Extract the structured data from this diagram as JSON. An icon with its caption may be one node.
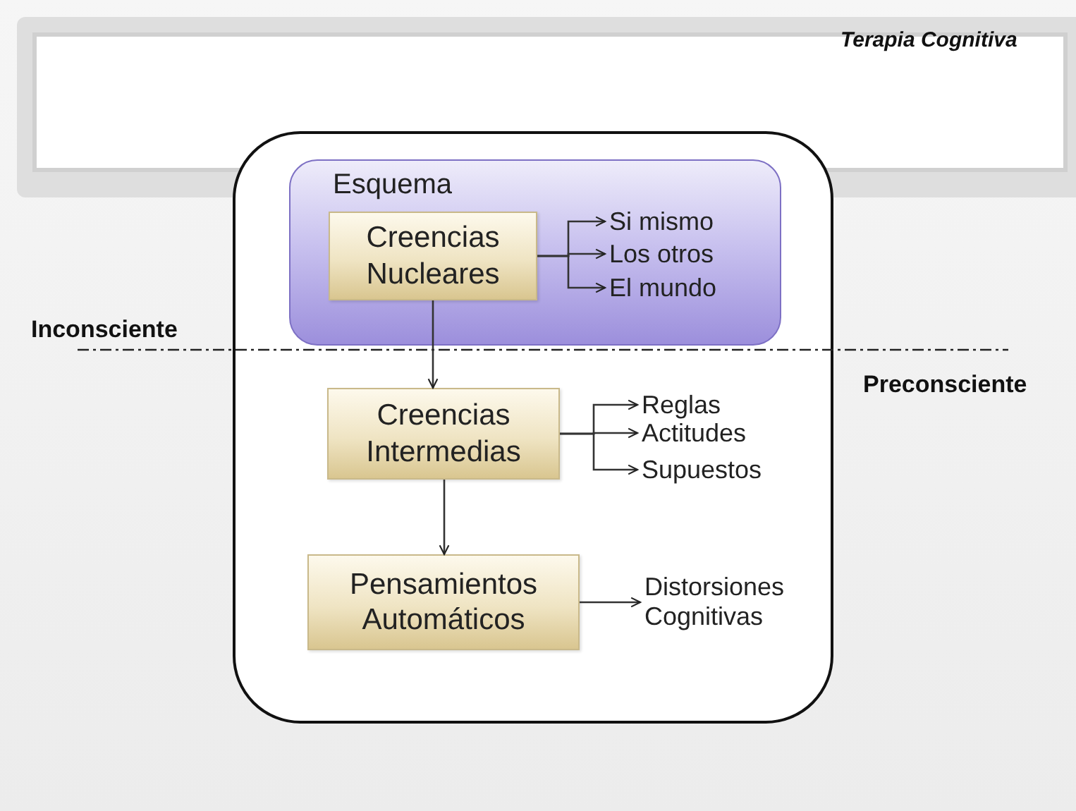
{
  "diagram": {
    "nodes": [
      {
        "text": [],
        "shape": "box"
      },
      {
        "text": [
          "Esquema"
        ],
        "in": 0
      },
      {
        "text": [
          "Creencias Nucleares"
        ],
        "in": 1
      },
      {
        "text": [
          "Si mismo"
        ],
        "in": 1
      },
      {
        "text": [
          "Los otros"
        ],
        "in": 1
      },
      {
        "text": [
          "El mundo"
        ],
        "in": 1
      },
      {
        "text": [
          "Creencias Intermedias"
        ],
        "in": 0
      },
      {
        "text": [
          "Reglas"
        ],
        "in": 0
      },
      {
        "text": [
          "Actitudes"
        ],
        "in": 0
      },
      {
        "text": [
          "Supuestos"
        ],
        "in": 0
      },
      {
        "text": [
          "Pensamientos Automáticos"
        ],
        "in": 0
      },
      {
        "text": [
          "Distorsiones Cognitivas"
        ],
        "in": 0
      }
    ],
    "edges": [
      {
        "from": 2,
        "to": 3,
        "arrow": "to"
      },
      {
        "from": 2,
        "to": 4,
        "arrow": "to"
      },
      {
        "from": 2,
        "to": 5,
        "arrow": "to"
      },
      {
        "from": 2,
        "to": 6,
        "arrow": "to"
      },
      {
        "from": 6,
        "to": 7,
        "arrow": "to"
      },
      {
        "from": 6,
        "to": 8,
        "arrow": "to"
      },
      {
        "from": 6,
        "to": 9,
        "arrow": "to"
      },
      {
        "from": 6,
        "to": 10,
        "arrow": "to"
      },
      {
        "from": 10,
        "to": 11,
        "arrow": "to"
      }
    ],
    "labels": [
      "Terapia Cognitiva",
      "Inconsciente",
      "Preconsciente"
    ]
  }
}
